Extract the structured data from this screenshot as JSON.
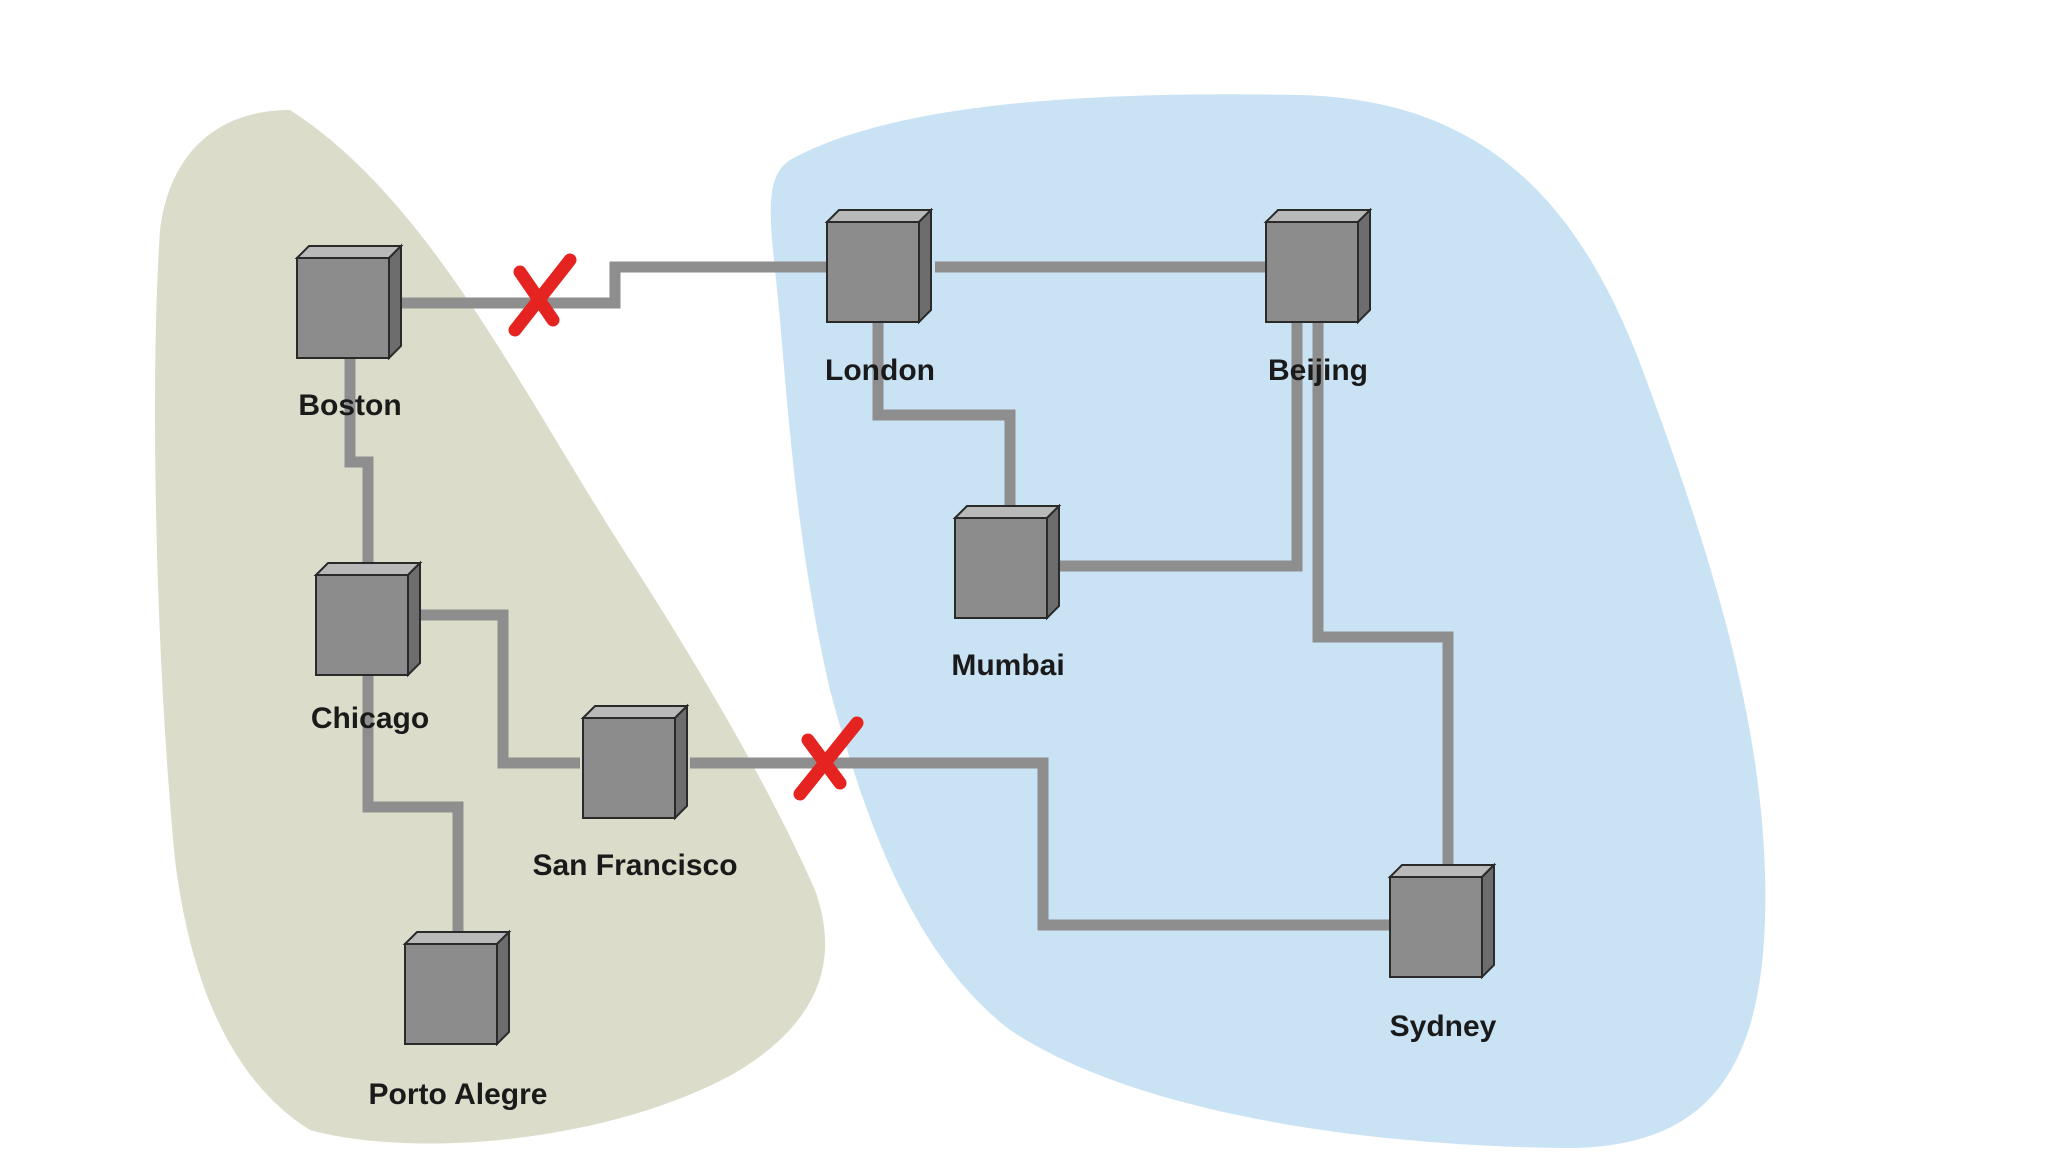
{
  "colors": {
    "region_left": "#dcdccb",
    "region_right": "#c9e3f4",
    "link": "#8e8e8e",
    "cube_front": "#8c8c8c",
    "cube_top": "#b9b9b9",
    "cube_side": "#6d6d6d",
    "break": "#e52421",
    "label": "#1a1a1a"
  },
  "regions": [
    {
      "id": "left-region"
    },
    {
      "id": "right-region"
    }
  ],
  "nodes": [
    {
      "id": "boston",
      "label": "Boston"
    },
    {
      "id": "chicago",
      "label": "Chicago"
    },
    {
      "id": "san-francisco",
      "label": "San Francisco"
    },
    {
      "id": "porto-alegre",
      "label": "Porto Alegre"
    },
    {
      "id": "london",
      "label": "London"
    },
    {
      "id": "beijing",
      "label": "Beijing"
    },
    {
      "id": "mumbai",
      "label": "Mumbai"
    },
    {
      "id": "sydney",
      "label": "Sydney"
    }
  ],
  "links": [
    {
      "from": "boston",
      "to": "london",
      "broken": true
    },
    {
      "from": "boston",
      "to": "chicago",
      "broken": false
    },
    {
      "from": "chicago",
      "to": "san-francisco",
      "broken": false
    },
    {
      "from": "chicago",
      "to": "porto-alegre",
      "broken": false
    },
    {
      "from": "san-francisco",
      "to": "sydney",
      "broken": true
    },
    {
      "from": "london",
      "to": "beijing",
      "broken": false
    },
    {
      "from": "london",
      "to": "mumbai",
      "broken": false
    },
    {
      "from": "mumbai",
      "to": "beijing",
      "broken": false
    },
    {
      "from": "beijing",
      "to": "sydney",
      "broken": false
    }
  ]
}
